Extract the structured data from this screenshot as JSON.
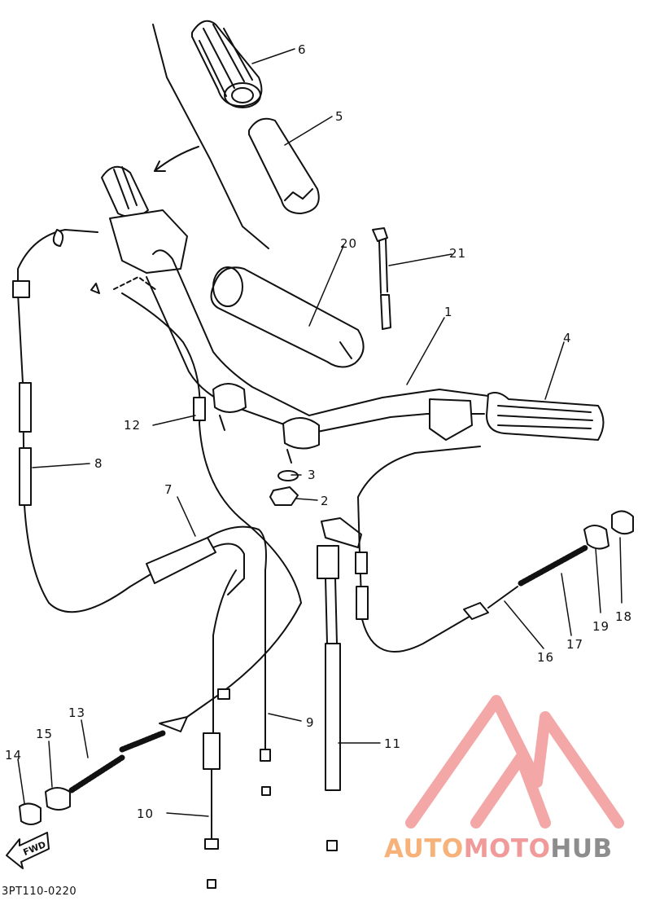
{
  "diagram": {
    "catalog_code": "3PT110-0220",
    "fwd_label": "FWD",
    "watermark": {
      "part1": "AUTO",
      "part2": "MOTO",
      "part3": "HUB"
    },
    "callouts": [
      "1",
      "2",
      "3",
      "4",
      "5",
      "6",
      "7",
      "8",
      "9",
      "10",
      "11",
      "12",
      "13",
      "14",
      "15",
      "16",
      "17",
      "18",
      "19",
      "20",
      "21"
    ]
  }
}
